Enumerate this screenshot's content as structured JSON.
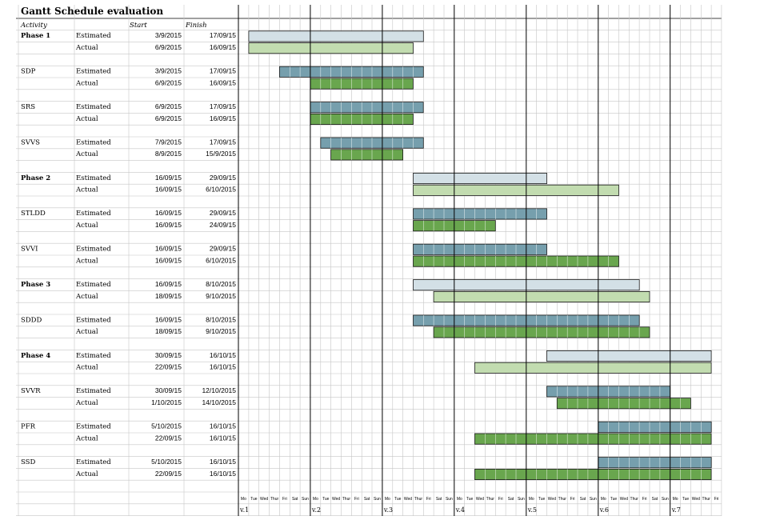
{
  "chart_data": {
    "type": "gantt",
    "title": "Gantt Schedule evaluation",
    "columns": {
      "activity": "Activity",
      "start": "Start",
      "finish": "Finish"
    },
    "timeline_start": "2015-08-31",
    "timeline_end": "2015-10-16",
    "day_labels": [
      "Mo",
      "Tue",
      "Wed",
      "Thur",
      "Fri",
      "Sat",
      "Sun"
    ],
    "week_labels": [
      "v.1",
      "v.2",
      "v.3",
      "v.4",
      "v.5",
      "v.6",
      "v.7"
    ],
    "legend_colors": {
      "phase_estimated": "#d3e0e6",
      "phase_actual": "#c2dcb0",
      "task_estimated": "#769fad",
      "task_actual": "#69a64e"
    },
    "activities": [
      {
        "name": "Phase 1",
        "phase": true,
        "rows": [
          {
            "type": "Estimated",
            "start_label": "3/9/2015",
            "finish_label": "17/09/15",
            "start": "2015-09-01",
            "finish": "2015-09-18"
          },
          {
            "type": "Actual",
            "start_label": "6/9/2015",
            "finish_label": "16/09/15",
            "start": "2015-09-01",
            "finish": "2015-09-17"
          }
        ]
      },
      {
        "name": "SDP",
        "phase": false,
        "rows": [
          {
            "type": "Estimated",
            "start_label": "3/9/2015",
            "finish_label": "17/09/15",
            "start": "2015-09-04",
            "finish": "2015-09-18"
          },
          {
            "type": "Actual",
            "start_label": "6/9/2015",
            "finish_label": "16/09/15",
            "start": "2015-09-07",
            "finish": "2015-09-17"
          }
        ]
      },
      {
        "name": "SRS",
        "phase": false,
        "rows": [
          {
            "type": "Estimated",
            "start_label": "6/9/2015",
            "finish_label": "17/09/15",
            "start": "2015-09-07",
            "finish": "2015-09-18"
          },
          {
            "type": "Actual",
            "start_label": "6/9/2015",
            "finish_label": "16/09/15",
            "start": "2015-09-07",
            "finish": "2015-09-17"
          }
        ]
      },
      {
        "name": "SVVS",
        "phase": false,
        "rows": [
          {
            "type": "Estimated",
            "start_label": "7/9/2015",
            "finish_label": "17/09/15",
            "start": "2015-09-08",
            "finish": "2015-09-18"
          },
          {
            "type": "Actual",
            "start_label": "8/9/2015",
            "finish_label": "15/9/2015",
            "start": "2015-09-09",
            "finish": "2015-09-16"
          }
        ]
      },
      {
        "name": "Phase 2",
        "phase": true,
        "rows": [
          {
            "type": "Estimated",
            "start_label": "16/09/15",
            "finish_label": "29/09/15",
            "start": "2015-09-17",
            "finish": "2015-09-30"
          },
          {
            "type": "Actual",
            "start_label": "16/09/15",
            "finish_label": "6/10/2015",
            "start": "2015-09-17",
            "finish": "2015-10-07"
          }
        ]
      },
      {
        "name": "STLDD",
        "phase": false,
        "rows": [
          {
            "type": "Estimated",
            "start_label": "16/09/15",
            "finish_label": "29/09/15",
            "start": "2015-09-17",
            "finish": "2015-09-30"
          },
          {
            "type": "Actual",
            "start_label": "16/09/15",
            "finish_label": "24/09/15",
            "start": "2015-09-17",
            "finish": "2015-09-25"
          }
        ]
      },
      {
        "name": "SVVI",
        "phase": false,
        "rows": [
          {
            "type": "Estimated",
            "start_label": "16/09/15",
            "finish_label": "29/09/15",
            "start": "2015-09-17",
            "finish": "2015-09-30"
          },
          {
            "type": "Actual",
            "start_label": "16/09/15",
            "finish_label": "6/10/2015",
            "start": "2015-09-17",
            "finish": "2015-10-07"
          }
        ]
      },
      {
        "name": "Phase 3",
        "phase": true,
        "rows": [
          {
            "type": "Estimated",
            "start_label": "16/09/15",
            "finish_label": "8/10/2015",
            "start": "2015-09-17",
            "finish": "2015-10-09"
          },
          {
            "type": "Actual",
            "start_label": "18/09/15",
            "finish_label": "9/10/2015",
            "start": "2015-09-19",
            "finish": "2015-10-10"
          }
        ]
      },
      {
        "name": "SDDD",
        "phase": false,
        "rows": [
          {
            "type": "Estimated",
            "start_label": "16/09/15",
            "finish_label": "8/10/2015",
            "start": "2015-09-17",
            "finish": "2015-10-09"
          },
          {
            "type": "Actual",
            "start_label": "18/09/15",
            "finish_label": "9/10/2015",
            "start": "2015-09-19",
            "finish": "2015-10-10"
          }
        ]
      },
      {
        "name": "Phase 4",
        "phase": true,
        "rows": [
          {
            "type": "Estimated",
            "start_label": "30/09/15",
            "finish_label": "16/10/15",
            "start": "2015-09-30",
            "finish": "2015-10-16"
          },
          {
            "type": "Actual",
            "start_label": "22/09/15",
            "finish_label": "16/10/15",
            "start": "2015-09-23",
            "finish": "2015-10-16"
          }
        ]
      },
      {
        "name": "SVVR",
        "phase": false,
        "rows": [
          {
            "type": "Estimated",
            "start_label": "30/09/15",
            "finish_label": "12/10/2015",
            "start": "2015-09-30",
            "finish": "2015-10-12"
          },
          {
            "type": "Actual",
            "start_label": "1/10/2015",
            "finish_label": "14/10/2015",
            "start": "2015-10-01",
            "finish": "2015-10-14"
          }
        ]
      },
      {
        "name": "PFR",
        "phase": false,
        "rows": [
          {
            "type": "Estimated",
            "start_label": "5/10/2015",
            "finish_label": "16/10/15",
            "start": "2015-10-05",
            "finish": "2015-10-16"
          },
          {
            "type": "Actual",
            "start_label": "22/09/15",
            "finish_label": "16/10/15",
            "start": "2015-09-23",
            "finish": "2015-10-16"
          }
        ]
      },
      {
        "name": "SSD",
        "phase": false,
        "rows": [
          {
            "type": "Estimated",
            "start_label": "5/10/2015",
            "finish_label": "16/10/15",
            "start": "2015-10-05",
            "finish": "2015-10-16"
          },
          {
            "type": "Actual",
            "start_label": "22/09/15",
            "finish_label": "16/10/15",
            "start": "2015-09-23",
            "finish": "2015-10-16"
          }
        ]
      }
    ]
  }
}
